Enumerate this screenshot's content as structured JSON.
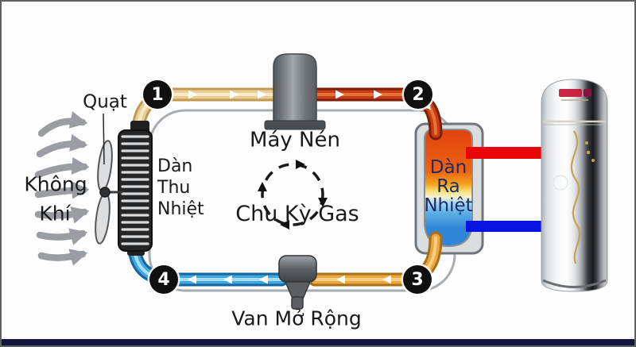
{
  "diagram": {
    "labels": {
      "fan": "Quạt",
      "air_line1": "Không",
      "air_line2": "Khí",
      "evap_line1": "Dàn",
      "evap_line2": "Thu",
      "evap_line3": "Nhiệt",
      "compressor": "Máy Nén",
      "gas_cycle": "Chu Kỳ Gas",
      "cond_line1": "Dàn",
      "cond_line2": "Ra",
      "cond_line3": "Nhiệt",
      "expansion_valve": "Van Mở Rộng"
    },
    "stages": [
      "1",
      "2",
      "3",
      "4"
    ],
    "colors": {
      "suction_pipe": "#EACD92",
      "discharge_pipe": "#C63D12",
      "liquid_pipe": "#E9A73E",
      "expansion_pipe": "#41A8DC",
      "hot_water_pipe": "#E90606",
      "cold_water_pipe": "#0713DF",
      "condenser_hot": "#DC3C0E",
      "condenser_cold": "#2E84D4"
    }
  }
}
